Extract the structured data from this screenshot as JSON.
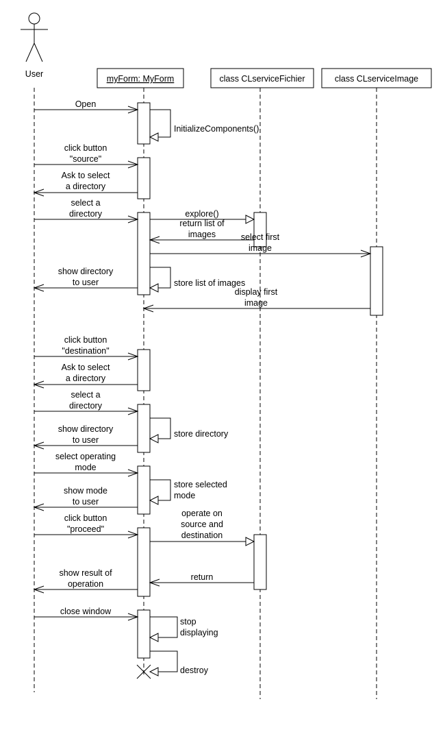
{
  "actor": {
    "name": "User"
  },
  "participants": [
    {
      "id": "form",
      "label": "myForm: MyForm",
      "underline": true
    },
    {
      "id": "fichier",
      "label": "class CLserviceFichier",
      "underline": false
    },
    {
      "id": "image",
      "label": "class CLserviceImage",
      "underline": false
    }
  ],
  "messages": [
    {
      "from": "user",
      "to": "form",
      "lines": [
        "Open"
      ]
    },
    {
      "from": "form",
      "to": "form",
      "lines": [
        "InitializeComponents()"
      ]
    },
    {
      "from": "user",
      "to": "form",
      "lines": [
        "click button",
        "\"source\""
      ]
    },
    {
      "from": "form",
      "to": "user",
      "lines": [
        "Ask to select",
        "a directory"
      ]
    },
    {
      "from": "user",
      "to": "form",
      "lines": [
        "select a",
        "directory"
      ]
    },
    {
      "from": "form",
      "to": "fichier",
      "lines": [
        "explore()"
      ]
    },
    {
      "from": "fichier",
      "to": "form",
      "lines": [
        "return list of",
        "images"
      ]
    },
    {
      "from": "form",
      "to": "image",
      "lines": [
        "select first",
        "image"
      ]
    },
    {
      "from": "form",
      "to": "form",
      "lines": [
        "store list of images"
      ]
    },
    {
      "from": "form",
      "to": "user",
      "lines": [
        "show directory",
        "to user"
      ]
    },
    {
      "from": "image",
      "to": "form",
      "lines": [
        "display first",
        "image"
      ]
    },
    {
      "from": "user",
      "to": "form",
      "lines": [
        "click button",
        "\"destination\""
      ]
    },
    {
      "from": "form",
      "to": "user",
      "lines": [
        "Ask to select",
        "a directory"
      ]
    },
    {
      "from": "user",
      "to": "form",
      "lines": [
        "select a",
        "directory"
      ]
    },
    {
      "from": "form",
      "to": "form",
      "lines": [
        "store directory"
      ]
    },
    {
      "from": "form",
      "to": "user",
      "lines": [
        "show directory",
        "to user"
      ]
    },
    {
      "from": "user",
      "to": "form",
      "lines": [
        "select operating",
        "mode"
      ]
    },
    {
      "from": "form",
      "to": "form",
      "lines": [
        "store selected",
        "mode"
      ]
    },
    {
      "from": "form",
      "to": "user",
      "lines": [
        "show mode",
        "to user"
      ]
    },
    {
      "from": "user",
      "to": "form",
      "lines": [
        "click button",
        "\"proceed\""
      ]
    },
    {
      "from": "form",
      "to": "fichier",
      "lines": [
        "operate on",
        "source and",
        "destination"
      ]
    },
    {
      "from": "fichier",
      "to": "form",
      "lines": [
        "return"
      ]
    },
    {
      "from": "form",
      "to": "user",
      "lines": [
        "show result of",
        "operation"
      ]
    },
    {
      "from": "user",
      "to": "form",
      "lines": [
        "close window"
      ]
    },
    {
      "from": "form",
      "to": "form",
      "lines": [
        "stop",
        "displaying"
      ]
    },
    {
      "from": "form",
      "to": "form",
      "lines": [
        "destroy"
      ]
    }
  ]
}
